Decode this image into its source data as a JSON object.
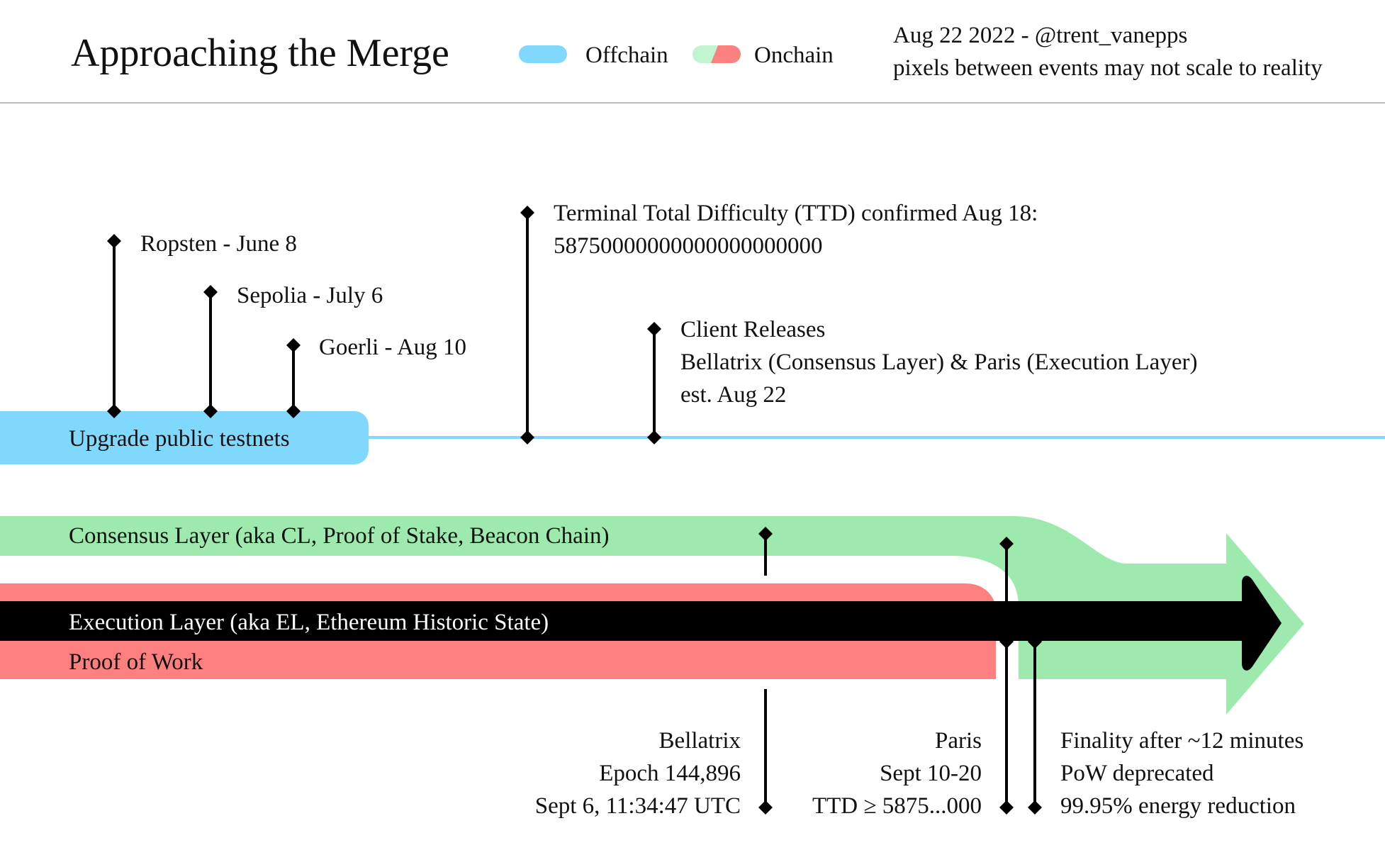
{
  "header": {
    "title": "Approaching the Merge",
    "legend": [
      {
        "label": "Offchain",
        "colors": [
          "#80d8fc"
        ]
      },
      {
        "label": "Onchain",
        "colors": [
          "#c2f4d2",
          "#fc8080"
        ]
      }
    ],
    "meta": [
      "Aug 22 2022 - @trent_vanepps",
      "pixels between events may not scale to reality"
    ]
  },
  "colors": {
    "offchain": "#80d8fc",
    "consensus": "#9eeaae",
    "proof_of_work": "#fd8080",
    "execution": "#000000",
    "marker": "#000000",
    "divider": "#bdbdbd"
  },
  "lanes": {
    "testnets": "Upgrade public testnets",
    "consensus": "Consensus Layer (aka CL, Proof of Stake, Beacon Chain)",
    "execution": "Execution Layer (aka EL, Ethereum Historic State)",
    "pow": "Proof of Work"
  },
  "events": {
    "ropsten": [
      "Ropsten - June 8"
    ],
    "sepolia": [
      "Sepolia - July 6"
    ],
    "goerli": [
      "Goerli - Aug 10"
    ],
    "ttd": [
      "Terminal Total Difficulty (TTD) confirmed Aug 18:",
      "58750000000000000000000"
    ],
    "clients": [
      "Client Releases",
      "Bellatrix (Consensus Layer) & Paris (Execution Layer)",
      "est. Aug 22"
    ],
    "bellatrix": [
      "Bellatrix",
      "Epoch 144,896",
      "Sept 6, 11:34:47 UTC"
    ],
    "paris": [
      "Paris",
      "Sept 10-20",
      "TTD ≥ 5875...000"
    ],
    "finality": [
      "Finality after ~12 minutes",
      "PoW deprecated",
      "99.95% energy reduction"
    ]
  }
}
